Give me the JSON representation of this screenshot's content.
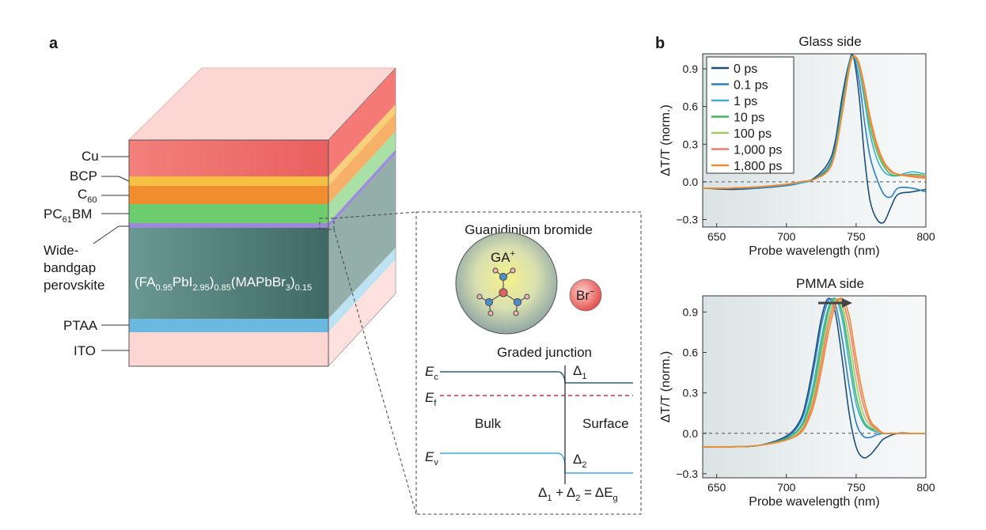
{
  "panel_a": {
    "letter": "a",
    "layers": [
      {
        "label": "Cu",
        "color": "#ef6f6f"
      },
      {
        "label": "BCP",
        "color": "#f7c24a"
      },
      {
        "label": "C",
        "sub": "60",
        "color": "#ef8d2f"
      },
      {
        "label": "PC",
        "sub": "61",
        "label2": "BM",
        "color": "#55c46a"
      },
      {
        "label": "Wide-",
        "label_line2": "bandgap",
        "label_line3": "perovskite",
        "color": "#4f7d78"
      },
      {
        "label": "PTAA",
        "color": "#6bb8e0"
      },
      {
        "label": "ITO",
        "color": "#fbd3d0"
      }
    ],
    "formula": {
      "p1": "(FA",
      "s1": "0.95",
      "p2": "PbI",
      "s2": "2.95",
      "p3": ")",
      "s3": "0.85",
      "p4": "(MAPbBr",
      "s4": "3",
      "p5": ")",
      "s5": "0.15"
    },
    "inset": {
      "title": "Guanidinium bromide",
      "cation": "GA",
      "cation_charge": "+",
      "anion": "Br",
      "anion_charge": "−",
      "junction_title": "Graded junction",
      "ec": "E",
      "ec_sub": "c",
      "ef": "E",
      "ef_sub": "f",
      "ev": "E",
      "ev_sub": "v",
      "delta1": "Δ",
      "delta1_sub": "1",
      "delta2": "Δ",
      "delta2_sub": "2",
      "bulk": "Bulk",
      "surface": "Surface",
      "equation": {
        "a": "Δ",
        "a_sub": "1",
        "plus": " + Δ",
        "b_sub": "2",
        "eq": " = ΔE",
        "c_sub": "g"
      }
    }
  },
  "panel_b": {
    "letter": "b",
    "legend": [
      "0 ps",
      "0.1 ps",
      "1 ps",
      "10 ps",
      "100 ps",
      "1,000 ps",
      "1,800 ps"
    ],
    "colors": [
      "#1f4e79",
      "#2a7fbf",
      "#3eb0d4",
      "#3dba5a",
      "#a6c95a",
      "#f07a72",
      "#f08a2a"
    ]
  },
  "chart_data": [
    {
      "type": "line",
      "title": "Glass side",
      "xlabel": "Probe wavelength (nm)",
      "ylabel": "ΔT/T (norm.)",
      "xlim": [
        640,
        800
      ],
      "ylim": [
        -0.36,
        1.02
      ],
      "xticks": [
        "650",
        "700",
        "750",
        "800"
      ],
      "yticks": [
        "−0.3",
        "0.0",
        "0.3",
        "0.6",
        "0.9"
      ],
      "x": [
        640,
        660,
        680,
        700,
        710,
        720,
        730,
        735,
        740,
        745,
        748,
        752,
        756,
        760,
        765,
        770,
        775,
        780,
        790,
        800
      ],
      "series": [
        {
          "name": "0 ps",
          "values": [
            -0.05,
            -0.06,
            -0.05,
            -0.03,
            -0.01,
            0.03,
            0.15,
            0.32,
            0.68,
            0.95,
            1.0,
            0.7,
            0.2,
            -0.15,
            -0.3,
            -0.32,
            -0.2,
            -0.1,
            -0.08,
            -0.06
          ]
        },
        {
          "name": "0.1 ps",
          "values": [
            -0.05,
            -0.05,
            -0.05,
            -0.03,
            -0.01,
            0.02,
            0.12,
            0.28,
            0.62,
            0.93,
            1.0,
            0.82,
            0.48,
            0.2,
            0.02,
            -0.1,
            -0.12,
            -0.05,
            -0.05,
            -0.08
          ]
        },
        {
          "name": "1 ps",
          "values": [
            -0.05,
            -0.05,
            -0.04,
            -0.02,
            -0.01,
            0.02,
            0.1,
            0.26,
            0.6,
            0.93,
            1.0,
            0.9,
            0.65,
            0.38,
            0.18,
            0.08,
            0.05,
            0.05,
            0.08,
            0.06
          ]
        },
        {
          "name": "10 ps",
          "values": [
            -0.05,
            -0.05,
            -0.04,
            -0.02,
            0.0,
            0.02,
            0.1,
            0.25,
            0.58,
            0.92,
            1.0,
            0.92,
            0.7,
            0.44,
            0.24,
            0.12,
            0.06,
            0.05,
            0.06,
            0.05
          ]
        },
        {
          "name": "100 ps",
          "values": [
            -0.05,
            -0.05,
            -0.04,
            -0.02,
            0.0,
            0.02,
            0.09,
            0.24,
            0.56,
            0.91,
            1.0,
            0.93,
            0.72,
            0.47,
            0.26,
            0.14,
            0.08,
            0.06,
            0.05,
            0.05
          ]
        },
        {
          "name": "1,000 ps",
          "values": [
            -0.05,
            -0.05,
            -0.04,
            -0.02,
            0.0,
            0.02,
            0.09,
            0.23,
            0.55,
            0.9,
            1.0,
            0.94,
            0.74,
            0.5,
            0.28,
            0.15,
            0.08,
            0.06,
            0.05,
            0.04
          ]
        },
        {
          "name": "1,800 ps",
          "values": [
            -0.05,
            -0.05,
            -0.04,
            -0.02,
            0.0,
            0.02,
            0.09,
            0.23,
            0.54,
            0.89,
            1.0,
            0.95,
            0.76,
            0.52,
            0.3,
            0.16,
            0.09,
            0.06,
            0.04,
            0.03
          ]
        }
      ]
    },
    {
      "type": "line",
      "title": "PMMA side",
      "xlabel": "Probe wavelength (nm)",
      "ylabel": "ΔT/T (norm.)",
      "xlim": [
        640,
        800
      ],
      "ylim": [
        -0.33,
        1.02
      ],
      "xticks": [
        "650",
        "700",
        "750",
        "800"
      ],
      "yticks": [
        "−0.3",
        "0.0",
        "0.3",
        "0.6",
        "0.9"
      ],
      "x": [
        640,
        660,
        680,
        700,
        710,
        715,
        720,
        725,
        730,
        735,
        740,
        745,
        750,
        755,
        760,
        765,
        770,
        780,
        790,
        800
      ],
      "series": [
        {
          "name": "0 ps",
          "values": [
            -0.1,
            -0.1,
            -0.09,
            -0.02,
            0.1,
            0.28,
            0.55,
            0.85,
            1.0,
            0.9,
            0.55,
            0.15,
            -0.1,
            -0.18,
            -0.16,
            -0.1,
            -0.04,
            0.0,
            0.0,
            0.0
          ]
        },
        {
          "name": "0.1 ps",
          "values": [
            -0.1,
            -0.1,
            -0.09,
            -0.03,
            0.08,
            0.24,
            0.5,
            0.8,
            0.98,
            0.96,
            0.7,
            0.35,
            0.08,
            -0.02,
            -0.03,
            -0.01,
            0.0,
            0.0,
            0.0,
            0.0
          ]
        },
        {
          "name": "1 ps",
          "values": [
            -0.1,
            -0.1,
            -0.09,
            -0.04,
            0.05,
            0.18,
            0.4,
            0.7,
            0.93,
            1.0,
            0.85,
            0.52,
            0.22,
            0.08,
            0.03,
            0.01,
            0.0,
            0.0,
            0.0,
            0.0
          ]
        },
        {
          "name": "10 ps",
          "values": [
            -0.1,
            -0.1,
            -0.09,
            -0.04,
            0.04,
            0.15,
            0.35,
            0.64,
            0.9,
            1.0,
            0.9,
            0.6,
            0.28,
            0.1,
            0.04,
            0.02,
            0.0,
            0.0,
            0.0,
            0.0
          ]
        },
        {
          "name": "100 ps",
          "values": [
            -0.1,
            -0.1,
            -0.09,
            -0.05,
            0.02,
            0.12,
            0.3,
            0.58,
            0.85,
            0.99,
            0.95,
            0.7,
            0.38,
            0.15,
            0.06,
            0.02,
            0.0,
            0.0,
            0.0,
            0.0
          ]
        },
        {
          "name": "1,000 ps",
          "values": [
            -0.1,
            -0.1,
            -0.09,
            -0.05,
            0.01,
            0.1,
            0.26,
            0.52,
            0.8,
            0.97,
            0.98,
            0.8,
            0.48,
            0.22,
            0.08,
            0.03,
            0.0,
            0.0,
            0.0,
            0.0
          ]
        },
        {
          "name": "1,800 ps",
          "values": [
            -0.1,
            -0.1,
            -0.09,
            -0.05,
            0.0,
            0.08,
            0.22,
            0.46,
            0.74,
            0.94,
            1.0,
            0.87,
            0.56,
            0.28,
            0.1,
            0.04,
            0.0,
            0.0,
            0.0,
            0.0
          ]
        }
      ]
    }
  ]
}
